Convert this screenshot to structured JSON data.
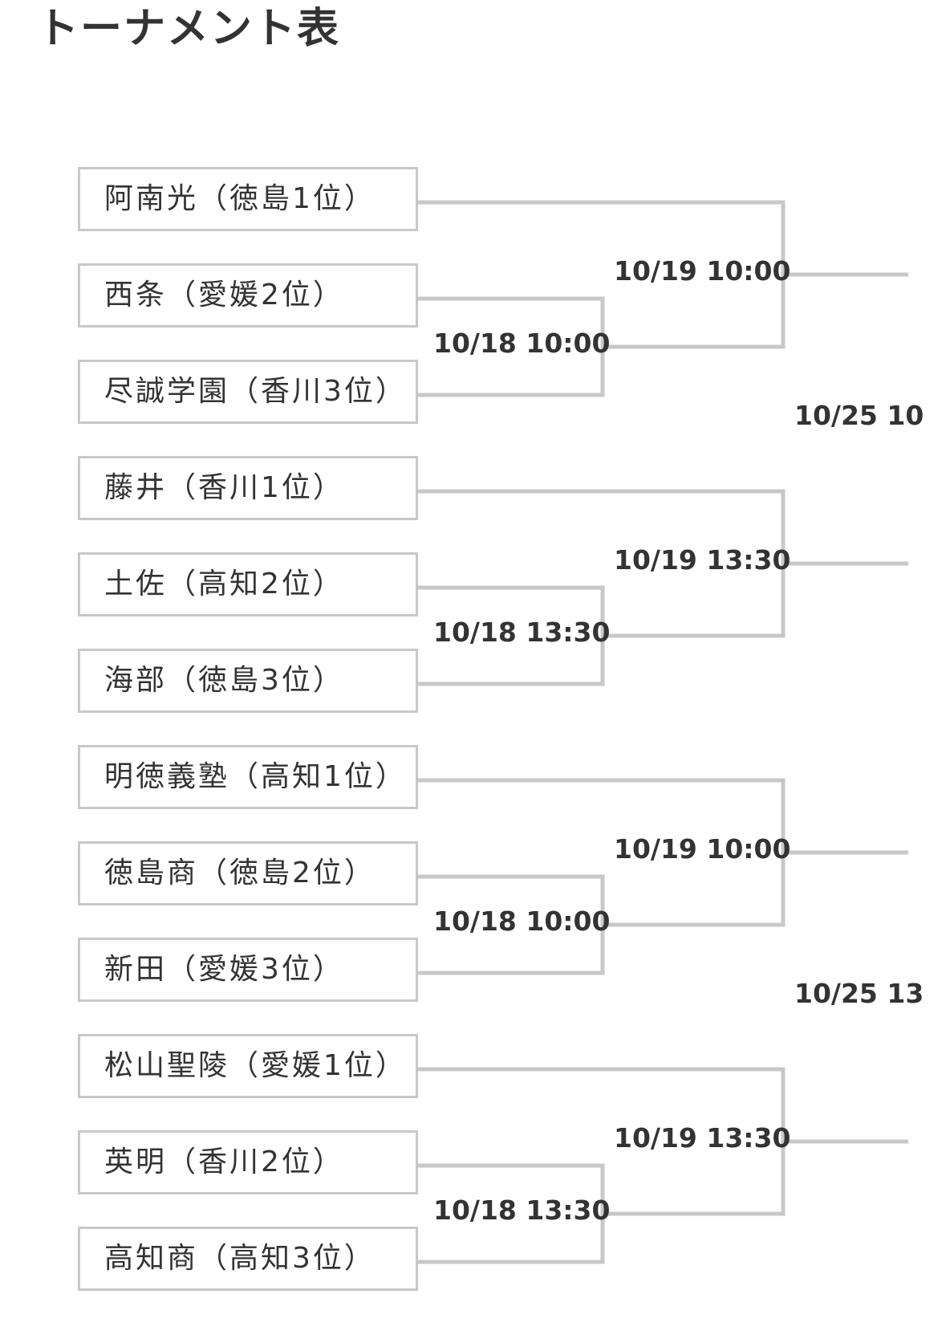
{
  "page": {
    "title": "トーナメント表"
  },
  "bracket": {
    "teams": [
      "阿南光（徳島1位）",
      "西条（愛媛2位）",
      "尽誠学園（香川3位）",
      "藤井（香川1位）",
      "土佐（高知2位）",
      "海部（徳島3位）",
      "明徳義塾（高知1位）",
      "徳島商（徳島2位）",
      "新田（愛媛3位）",
      "松山聖陵（愛媛1位）",
      "英明（香川2位）",
      "高知商（高知3位）"
    ],
    "round1_times": [
      "10/18 10:00",
      "10/18 13:30",
      "10/18 10:00",
      "10/18 13:30"
    ],
    "round2_times": [
      "10/19 10:00",
      "10/19 13:30",
      "10/19 10:00",
      "10/19 13:30"
    ],
    "semifinal_times": [
      "10/25 10",
      "10/25 13"
    ]
  },
  "colors": {
    "line": "#c8c8c8",
    "text": "#333333",
    "background": "#ffffff"
  }
}
